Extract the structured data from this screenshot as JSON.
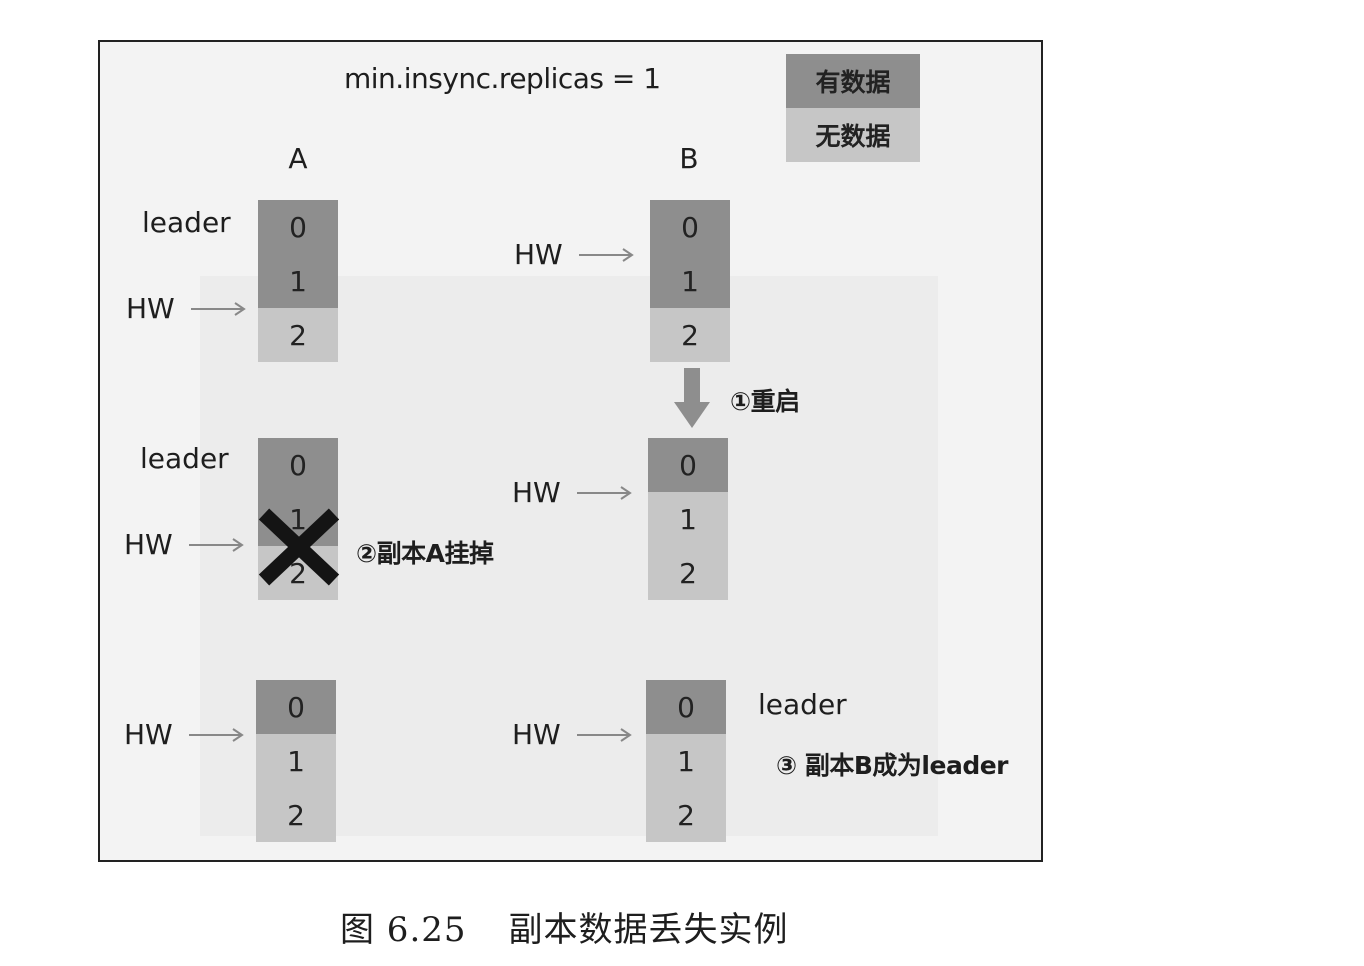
{
  "colors": {
    "filled": "#8e8e8e",
    "empty": "#c6c6c6",
    "frame": "#222222"
  },
  "title": "min.insync.replicas = 1",
  "legend": {
    "has_data": "有数据",
    "no_data": "无数据"
  },
  "columns": {
    "a": "A",
    "b": "B"
  },
  "labels": {
    "leader": "leader",
    "hw": "HW"
  },
  "cells": [
    "0",
    "1",
    "2"
  ],
  "annotations": {
    "restart": "①重启",
    "replica_a_down": "②副本A挂掉",
    "replica_b_leader": "③ 副本B成为leader"
  },
  "caption": {
    "figure": "图 6.25",
    "text": "副本数据丢失实例"
  }
}
